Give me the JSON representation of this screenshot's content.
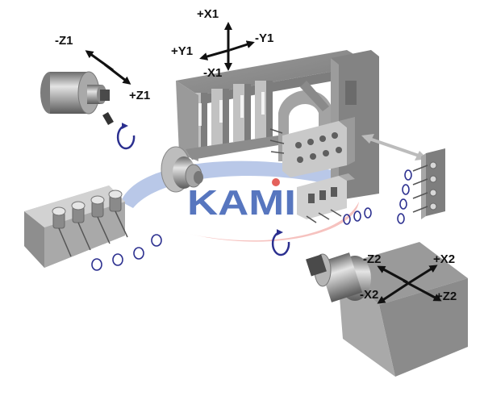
{
  "axes": {
    "x1_plus": "+X1",
    "x1_minus": "-X1",
    "y1_plus": "+Y1",
    "y1_minus": "-Y1",
    "z1_plus": "+Z1",
    "z1_minus": "-Z1",
    "z2_plus": "+Z2",
    "z2_minus": "-Z2",
    "x2_plus": "+X2",
    "x2_minus": "-X2"
  },
  "watermark": {
    "text": "KAMI"
  },
  "colors": {
    "rotation_arrow": "#2b2f8f",
    "metal_dark": "#6e6e6e",
    "metal_mid": "#9a9a9a",
    "metal_light": "#c4c4c4",
    "watermark_blue": "#3a5fb5",
    "watermark_red": "#e0463f",
    "travel_arrow": "#bcbcbc"
  }
}
